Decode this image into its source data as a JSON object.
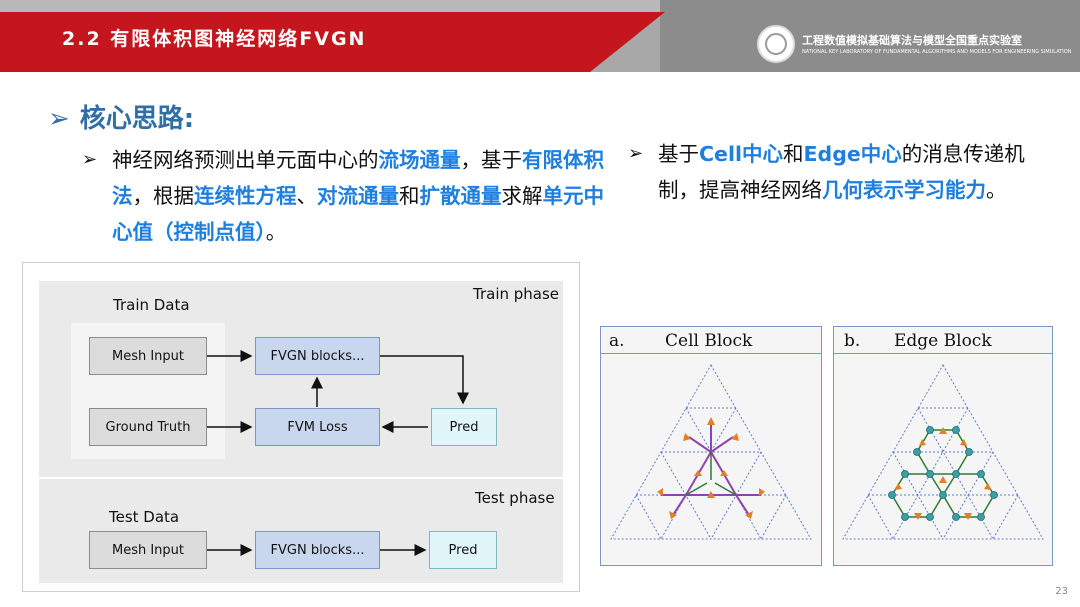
{
  "header": {
    "title": "2.2 有限体积图神经网络FVGN",
    "lab_name_cn": "工程数值模拟基础算法与模型全国重点实验室",
    "lab_name_en": "NATIONAL KEY LABORATORY OF FUNDAMENTAL ALGORITHMS AND MODELS FOR ENGINEERING SIMULATION"
  },
  "heading": {
    "marker": "➢",
    "text": "核心思路:"
  },
  "bullet1": {
    "marker": "➢",
    "t1": "神经网络预测出单元面中心的",
    "h1": "流场通量",
    "t2": "，基于",
    "h2": "有限体积法",
    "t3": "，根据",
    "h3": "连续性方程",
    "t4": "、",
    "h4": "对流通量",
    "t5": "和",
    "h5": "扩散通量",
    "t6": "求解",
    "h6": "单元中心值（控制点值）",
    "t7": "。"
  },
  "bullet2": {
    "marker": "➢",
    "t1": "基于",
    "h1": "Cell中心",
    "t2": "和",
    "h2": "Edge中心",
    "t3": "的消息传递机制，提高神经网络",
    "h3": "几何表示学习能力",
    "t4": "。"
  },
  "diagram": {
    "train_phase": "Train phase",
    "train_data": "Train Data",
    "mesh_input": "Mesh Input",
    "fvgn_blocks": "FVGN blocks...",
    "ground_truth": "Ground Truth",
    "fvm_loss": "FVM Loss",
    "pred": "Pred",
    "test_phase": "Test phase",
    "test_data": "Test Data",
    "mesh_input2": "Mesh Input",
    "fvgn_blocks2": "FVGN blocks...",
    "pred2": "Pred"
  },
  "figures": {
    "a_label": "a.",
    "a_title": "Cell Block",
    "b_label": "b.",
    "b_title": "Edge Block"
  },
  "page_number": "23"
}
